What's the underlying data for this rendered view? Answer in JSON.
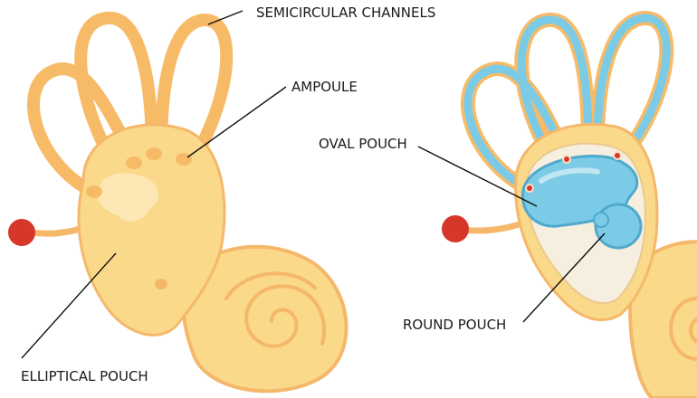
{
  "labels": {
    "semicircular_channels": "SEMICIRCULAR CHANNELS",
    "ampoule": "AMPOULE",
    "oval_pouch": "OVAL POUCH",
    "round_pouch": "ROUND POUCH",
    "elliptical_pouch": "ELLIPTICAL POUCH"
  },
  "colors": {
    "bone_fill": "#fbd98a",
    "bone_edge": "#f5b86a",
    "canal_orange": "#f7bb68",
    "membrane_blue": "#7ccbe6",
    "membrane_edge": "#4fa9cc",
    "cavity": "#f6efdf",
    "nerve_red": "#d7372b",
    "leader_line": "#111111"
  }
}
